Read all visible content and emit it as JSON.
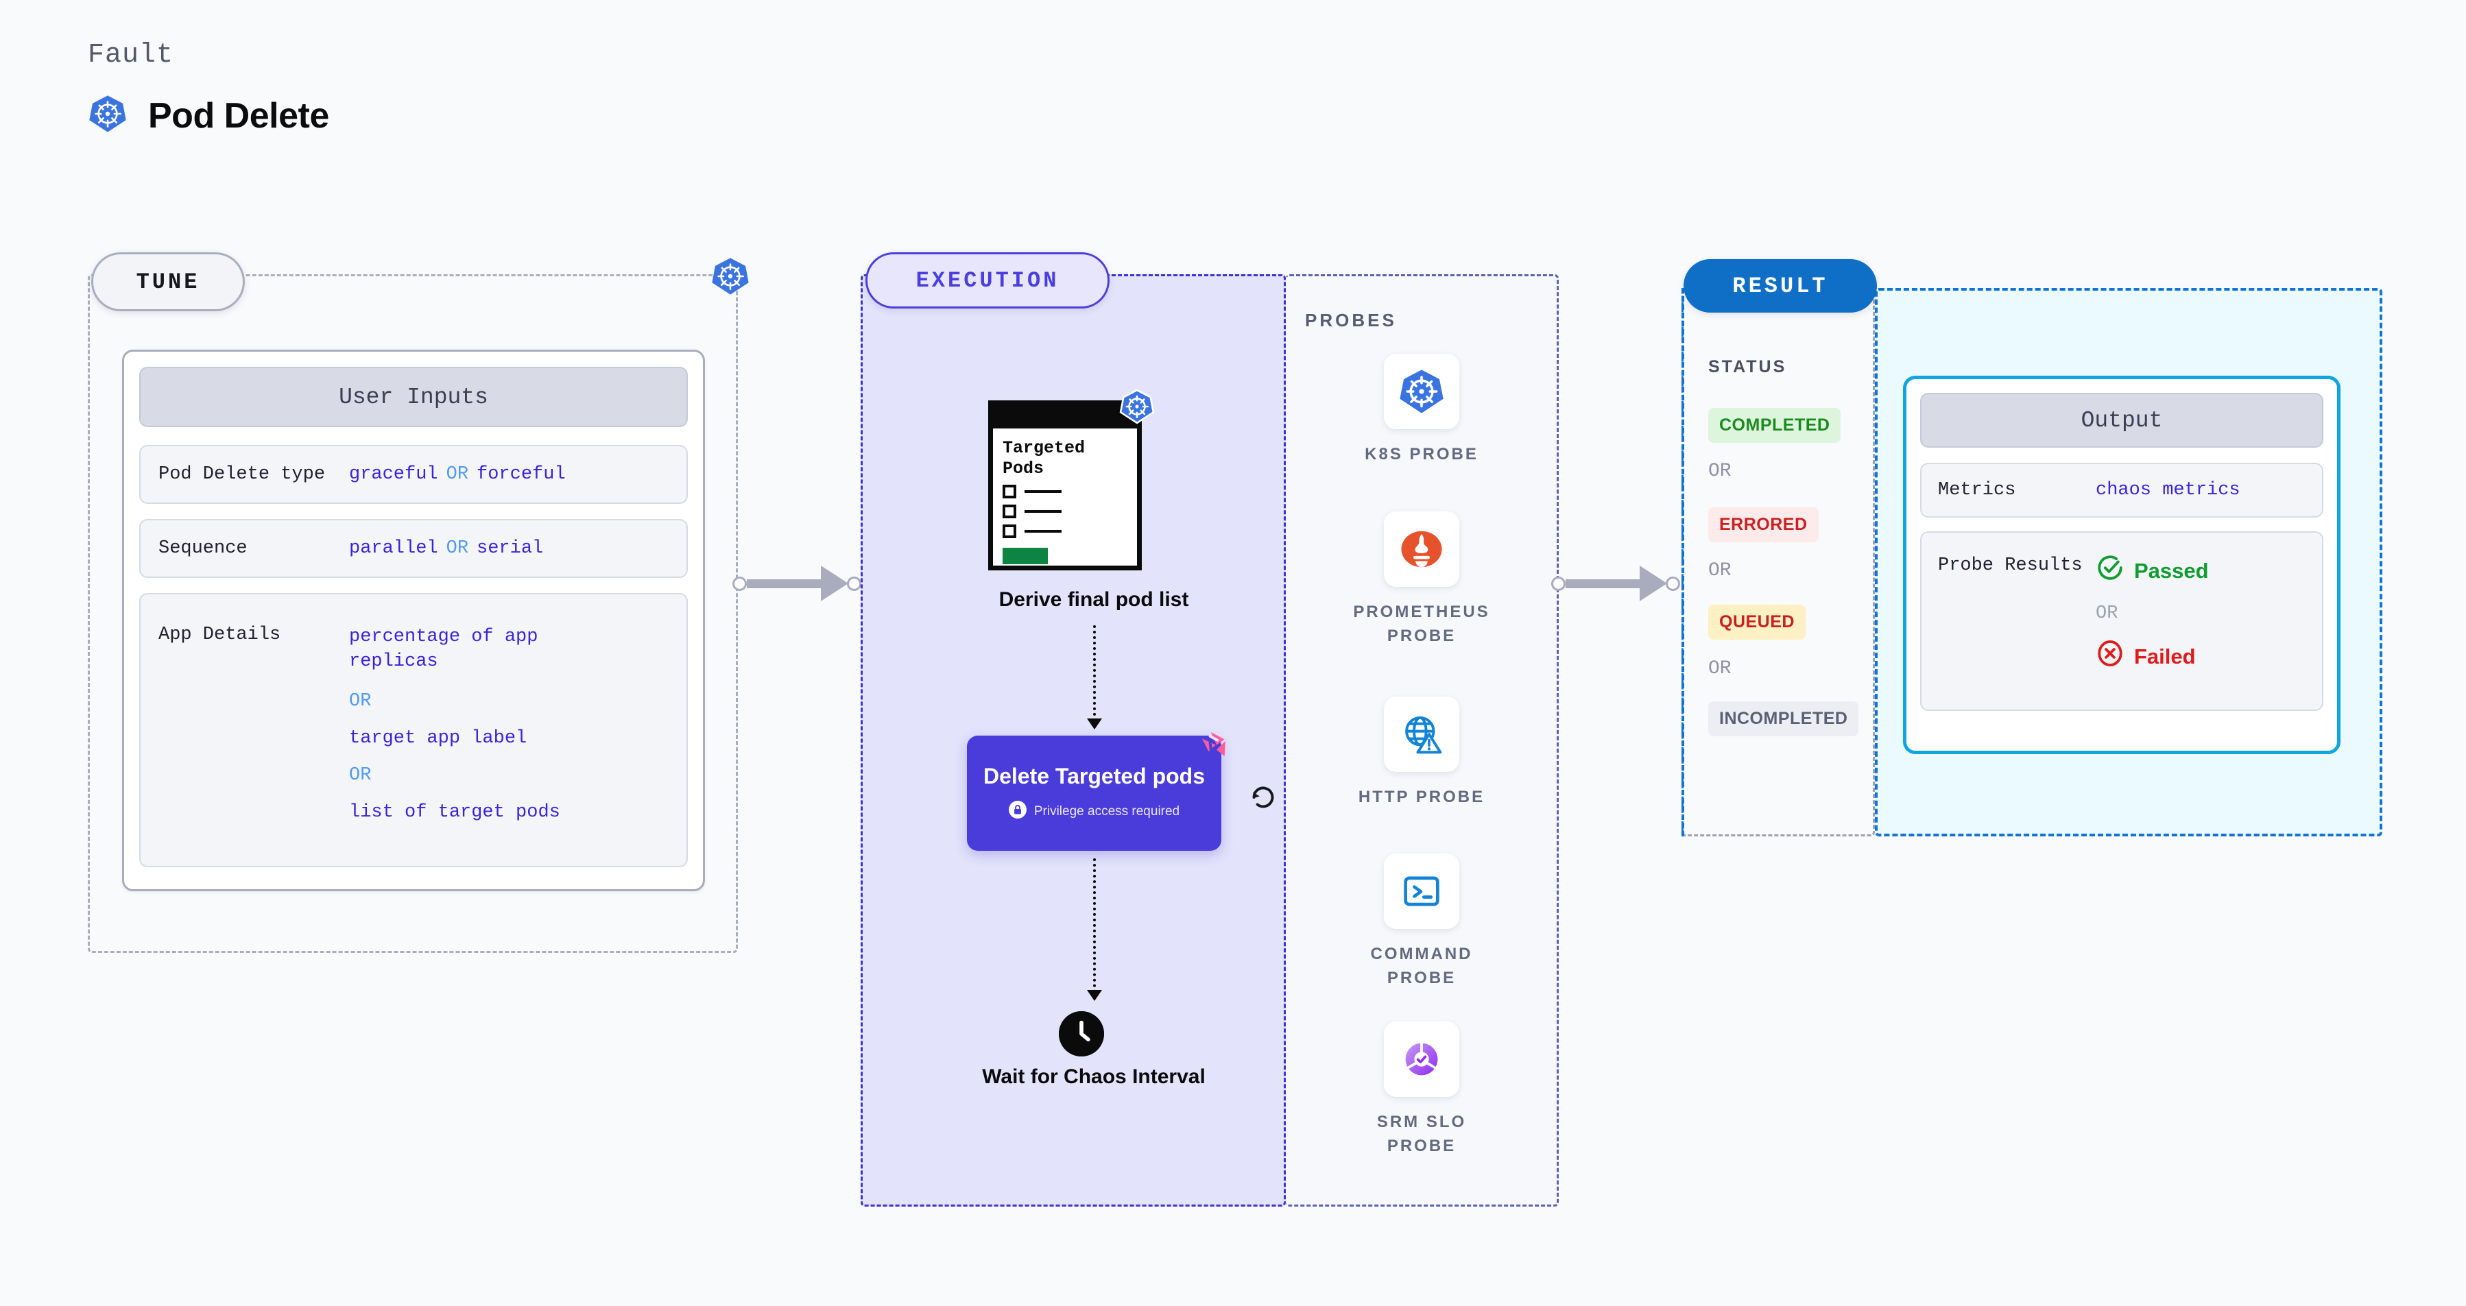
{
  "header": {
    "kicker": "Fault",
    "title": "Pod Delete",
    "icon": "kubernetes-icon"
  },
  "tune": {
    "badge": "TUNE",
    "corner_icon": "kubernetes-icon",
    "card_title": "User Inputs",
    "rows": [
      {
        "key": "Pod Delete type",
        "values": [
          "graceful",
          "forceful"
        ],
        "separator": "OR"
      },
      {
        "key": "Sequence",
        "values": [
          "parallel",
          "serial"
        ],
        "separator": "OR"
      },
      {
        "key": "App Details",
        "values": [
          "percentage of app replicas",
          "target app label",
          "list of target pods"
        ],
        "separator": "OR"
      }
    ]
  },
  "execution": {
    "badge": "EXECUTION",
    "nodes": [
      {
        "type": "targeted-pods-card",
        "card_heading": "Targeted Pods",
        "badge_icon": "kubernetes-icon",
        "label": "Derive final pod list"
      },
      {
        "type": "delete-node",
        "title": "Delete Targeted pods",
        "note": "Privilege access required",
        "note_icon": "lock-icon",
        "corner_icon": "chaos-icon",
        "side_icon": "retry-loop-icon",
        "color": "#4a3bdb"
      },
      {
        "type": "wait-node",
        "icon": "clock-icon",
        "label": "Wait for Chaos Interval"
      }
    ]
  },
  "probes": {
    "section_label": "PROBES",
    "items": [
      {
        "label": "K8S PROBE",
        "icon": "kubernetes-icon"
      },
      {
        "label": "PROMETHEUS PROBE",
        "icon": "prometheus-icon"
      },
      {
        "label": "HTTP PROBE",
        "icon": "http-globe-warning-icon"
      },
      {
        "label": "COMMAND PROBE",
        "icon": "terminal-icon"
      },
      {
        "label": "SRM SLO PROBE",
        "icon": "srm-slo-donut-icon"
      }
    ]
  },
  "result": {
    "badge": "RESULT",
    "status_label": "STATUS",
    "separator": "OR",
    "statuses": [
      {
        "label": "COMPLETED",
        "text_color": "#1b8a1f",
        "bg_color": "#ddf5dd"
      },
      {
        "label": "ERRORED",
        "text_color": "#cc2020",
        "bg_color": "#fdeaea"
      },
      {
        "label": "QUEUED",
        "text_color": "#c81f1f",
        "bg_color": "#fdf0c4"
      },
      {
        "label": "INCOMPLETED",
        "text_color": "#5a6074",
        "bg_color": "#eceef4"
      }
    ],
    "output": {
      "title": "Output",
      "metrics_key": "Metrics",
      "metrics_value": "chaos metrics",
      "probe_results_key": "Probe Results",
      "probe_pass": "Passed",
      "probe_fail": "Failed",
      "probe_separator": "OR",
      "pass_icon": "check-circle-icon",
      "fail_icon": "x-circle-icon",
      "border_color": "#0fa5e0"
    }
  },
  "connectors": [
    {
      "name": "tune-to-execution"
    },
    {
      "name": "execution-to-result"
    }
  ]
}
